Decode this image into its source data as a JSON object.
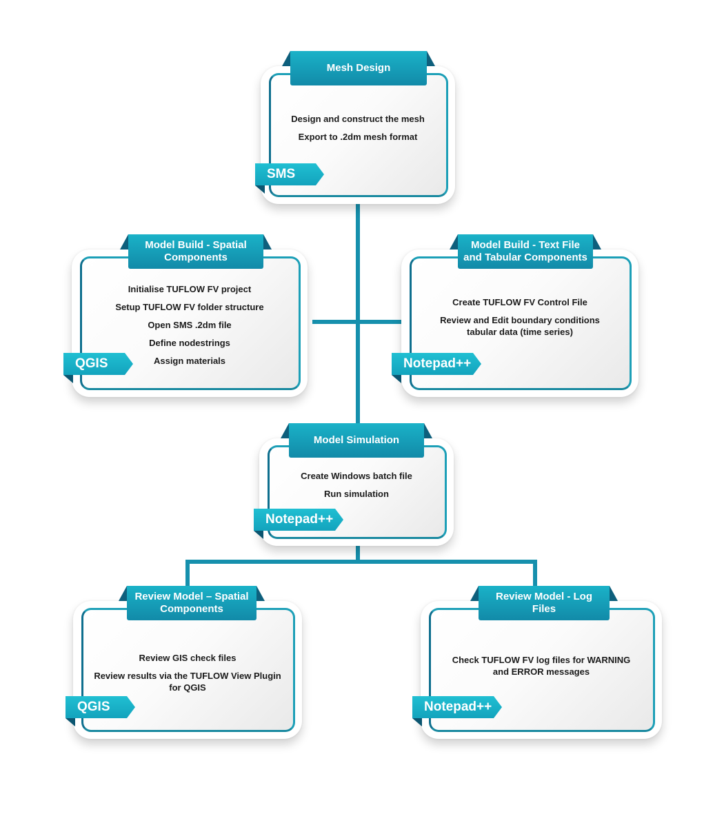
{
  "colors": {
    "connector": "#1690ad",
    "header": "#128aa8",
    "tag": "#17aac3",
    "border": "#1c9fb7"
  },
  "mesh_design": {
    "title": "Mesh Design",
    "lines": [
      "Design and construct the mesh",
      "Export to .2dm mesh format"
    ],
    "tool": "SMS"
  },
  "build_spatial": {
    "title": "Model Build - Spatial Components",
    "lines": [
      "Initialise TUFLOW FV project",
      "Setup TUFLOW FV folder structure",
      "Open SMS .2dm file",
      "Define nodestrings",
      "Assign materials"
    ],
    "tool": "QGIS"
  },
  "build_text": {
    "title": "Model Build - Text File and Tabular Components",
    "lines": [
      "Create TUFLOW FV Control File",
      "Review and Edit boundary conditions tabular data (time series)"
    ],
    "tool": "Notepad++"
  },
  "simulation": {
    "title": "Model Simulation",
    "lines": [
      "Create Windows batch file",
      "Run simulation"
    ],
    "tool": "Notepad++"
  },
  "review_spatial": {
    "title": "Review Model – Spatial Components",
    "lines": [
      "Review GIS check files",
      "Review results via the TUFLOW View Plugin for QGIS"
    ],
    "tool": "QGIS"
  },
  "review_logs": {
    "title": "Review Model - Log Files",
    "lines": [
      "Check TUFLOW FV log files for WARNING and ERROR messages"
    ],
    "tool": "Notepad++"
  }
}
